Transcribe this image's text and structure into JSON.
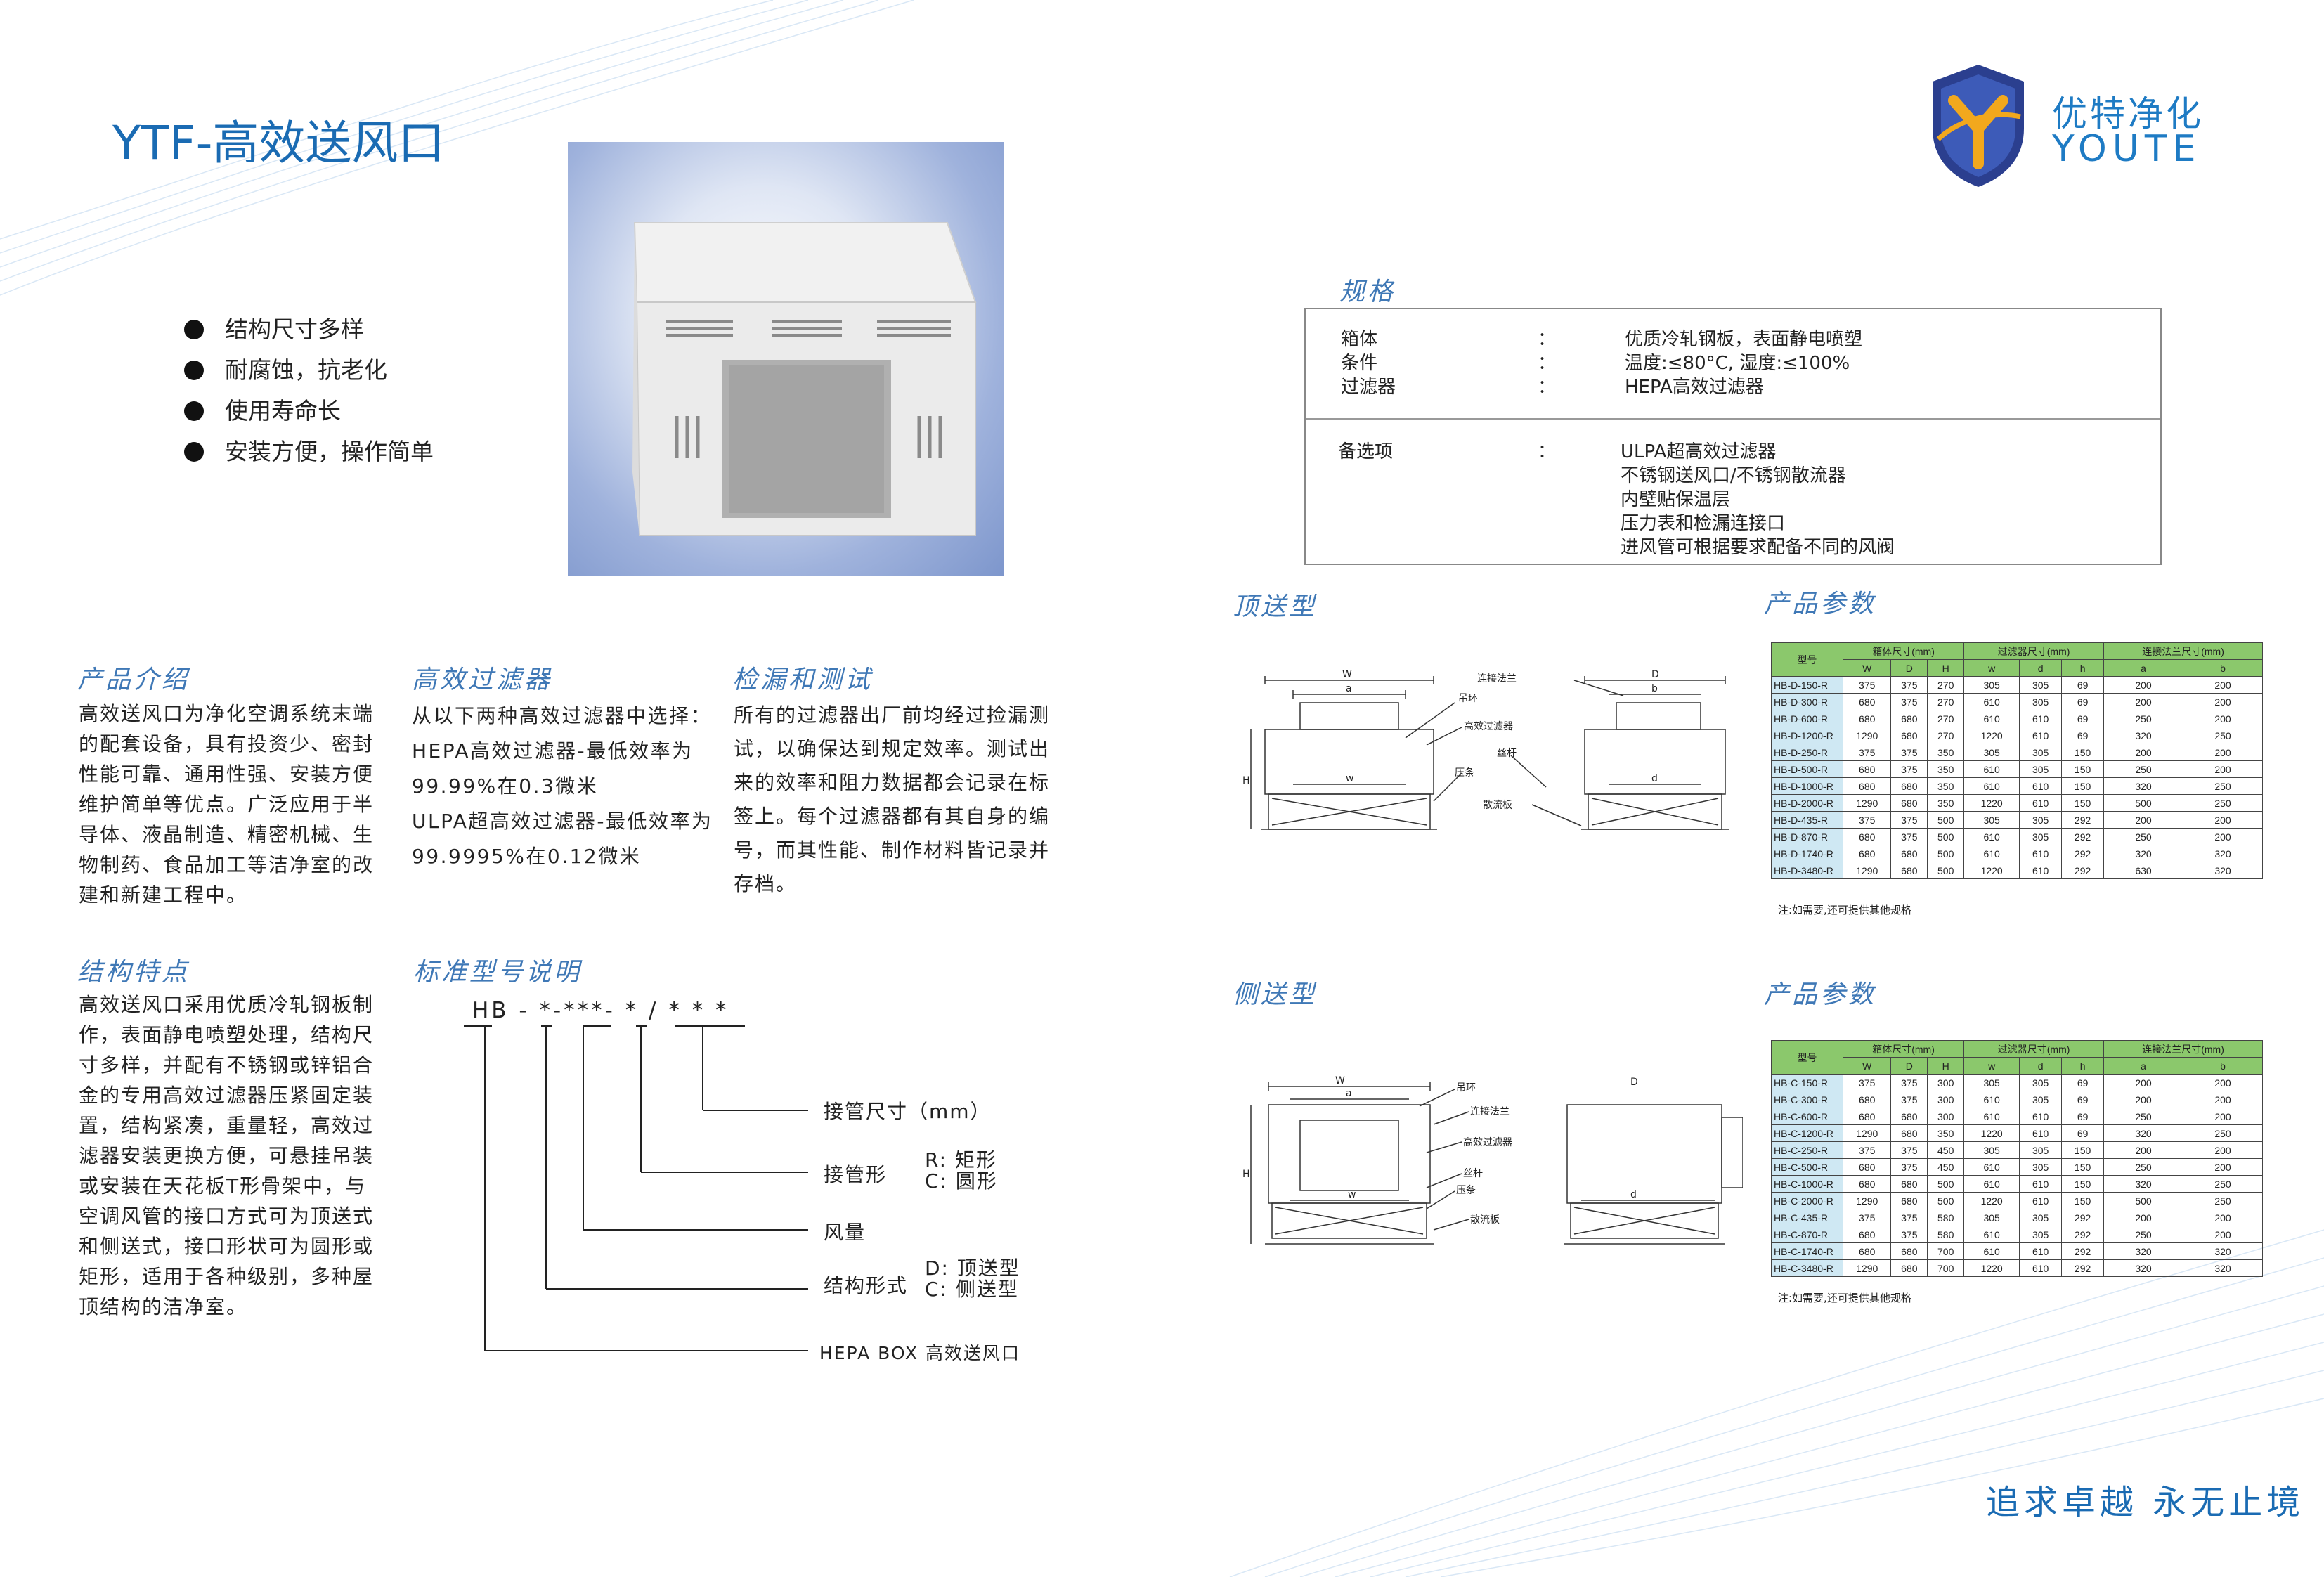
{
  "title": "YTF-高效送风口",
  "brand": {
    "cn": "优特净化",
    "en": "YOUTE",
    "colors": {
      "primary": "#1a6bb3",
      "shield": "#2b3f8f",
      "accent": "#f2a81d"
    }
  },
  "features": [
    "结构尺寸多样",
    "耐腐蚀，抗老化",
    "使用寿命长",
    "安装方便，操作简单"
  ],
  "intro": {
    "heading": "产品介绍",
    "lines": [
      "高效送风口为净化空调系统末端",
      "的配套设备，具有投资少、密封",
      "性能可靠、通用性强、安装方便",
      "维护简单等优点。广泛应用于半",
      "导体、液晶制造、精密机械、生",
      "物制药、食品加工等洁净室的改",
      "建和新建工程中。"
    ]
  },
  "filter": {
    "heading": "高效过滤器",
    "lines": [
      "从以下两种高效过滤器中选择：",
      "HEPA高效过滤器-最低效率为",
      "99.99%在0.3微米",
      "ULPA超高效过滤器-最低效率为",
      "99.9995%在0.12微米"
    ]
  },
  "test": {
    "heading": "检漏和测试",
    "lines": [
      "所有的过滤器出厂前均经过捡漏测",
      "试，以确保达到规定效率。测试出",
      "来的效率和阻力数据都会记录在标",
      "签上。每个过滤器都有其自身的编",
      "号，而其性能、制作材料皆记录并",
      "存档。"
    ]
  },
  "structure": {
    "heading": "结构特点",
    "lines": [
      "高效送风口采用优质冷轧钢板制",
      "作，表面静电喷塑处理，结构尺",
      "寸多样，并配有不锈钢或锌铝合",
      "金的专用高效过滤器压紧固定装",
      "置，结构紧凑，重量轻，高效过",
      "滤器安装更换方便，可悬挂吊装",
      "或安装在天花板T形骨架中，与",
      "空调风管的接口方式可为顶送式",
      "和侧送式，接口形状可为圆形或",
      "矩形，适用于各种级别，多种屋",
      "顶结构的洁净室。"
    ]
  },
  "model_code": {
    "heading": "标准型号说明",
    "code": "HB - *-***- * / * * *",
    "items": [
      {
        "label": "接管尺寸（mm）",
        "opt1": "",
        "opt2": ""
      },
      {
        "label": "接管形",
        "opt1": "R: 矩形",
        "opt2": "C: 圆形"
      },
      {
        "label": "风量",
        "opt1": "",
        "opt2": ""
      },
      {
        "label": "结构形式",
        "opt1": "D: 顶送型",
        "opt2": "C: 侧送型"
      },
      {
        "label": "HEPA BOX 高效送风口",
        "opt1": "",
        "opt2": ""
      }
    ]
  },
  "spec": {
    "heading": "规格",
    "sep": "：",
    "rows": [
      {
        "k": "箱体",
        "v": "优质冷轧钢板，表面静电喷塑"
      },
      {
        "k": "条件",
        "v": "温度:≤80°C, 湿度:≤100%"
      },
      {
        "k": "过滤器",
        "v": "HEPA高效过滤器"
      }
    ],
    "options_key": "备选项",
    "options": [
      "ULPA超高效过滤器",
      "不锈钢送风口/不锈钢散流器",
      "内壁贴保温层",
      "压力表和检漏连接口",
      "进风管可根据要求配备不同的风阀"
    ]
  },
  "top_type": {
    "heading": "顶送型",
    "labels": [
      "连接法兰",
      "吊环",
      "高效过滤器",
      "丝杆",
      "压条",
      "散流板"
    ],
    "dims": [
      "W",
      "a",
      "H",
      "w",
      "D",
      "b",
      "d"
    ]
  },
  "side_type": {
    "heading": "侧送型",
    "labels": [
      "吊环",
      "连接法兰",
      "高效过滤器",
      "丝杆",
      "压条",
      "散流板"
    ],
    "dims": [
      "W",
      "a",
      "H",
      "w",
      "D",
      "d"
    ]
  },
  "params_heading": "产品参数",
  "table_header": {
    "model": "型号",
    "box": "箱体尺寸(mm)",
    "filter": "过滤器尺寸(mm)",
    "flange": "连接法兰尺寸(mm)",
    "sub": [
      "W",
      "D",
      "H",
      "w",
      "d",
      "h",
      "a",
      "b"
    ]
  },
  "table_d": [
    [
      "HB-D-150-R",
      "375",
      "375",
      "270",
      "305",
      "305",
      "69",
      "200",
      "200"
    ],
    [
      "HB-D-300-R",
      "680",
      "375",
      "270",
      "610",
      "305",
      "69",
      "200",
      "200"
    ],
    [
      "HB-D-600-R",
      "680",
      "680",
      "270",
      "610",
      "610",
      "69",
      "250",
      "200"
    ],
    [
      "HB-D-1200-R",
      "1290",
      "680",
      "270",
      "1220",
      "610",
      "69",
      "320",
      "250"
    ],
    [
      "HB-D-250-R",
      "375",
      "375",
      "350",
      "305",
      "305",
      "150",
      "200",
      "200"
    ],
    [
      "HB-D-500-R",
      "680",
      "375",
      "350",
      "610",
      "305",
      "150",
      "250",
      "200"
    ],
    [
      "HB-D-1000-R",
      "680",
      "680",
      "350",
      "610",
      "610",
      "150",
      "320",
      "250"
    ],
    [
      "HB-D-2000-R",
      "1290",
      "680",
      "350",
      "1220",
      "610",
      "150",
      "500",
      "250"
    ],
    [
      "HB-D-435-R",
      "375",
      "375",
      "500",
      "305",
      "305",
      "292",
      "200",
      "200"
    ],
    [
      "HB-D-870-R",
      "680",
      "375",
      "500",
      "610",
      "305",
      "292",
      "250",
      "200"
    ],
    [
      "HB-D-1740-R",
      "680",
      "680",
      "500",
      "610",
      "610",
      "292",
      "320",
      "320"
    ],
    [
      "HB-D-3480-R",
      "1290",
      "680",
      "500",
      "1220",
      "610",
      "292",
      "630",
      "320"
    ]
  ],
  "table_c": [
    [
      "HB-C-150-R",
      "375",
      "375",
      "300",
      "305",
      "305",
      "69",
      "200",
      "200"
    ],
    [
      "HB-C-300-R",
      "680",
      "375",
      "300",
      "610",
      "305",
      "69",
      "200",
      "200"
    ],
    [
      "HB-C-600-R",
      "680",
      "680",
      "300",
      "610",
      "610",
      "69",
      "250",
      "200"
    ],
    [
      "HB-C-1200-R",
      "1290",
      "680",
      "350",
      "1220",
      "610",
      "69",
      "320",
      "250"
    ],
    [
      "HB-C-250-R",
      "375",
      "375",
      "450",
      "305",
      "305",
      "150",
      "200",
      "200"
    ],
    [
      "HB-C-500-R",
      "680",
      "375",
      "450",
      "610",
      "305",
      "150",
      "250",
      "200"
    ],
    [
      "HB-C-1000-R",
      "680",
      "680",
      "500",
      "610",
      "610",
      "150",
      "320",
      "250"
    ],
    [
      "HB-C-2000-R",
      "1290",
      "680",
      "500",
      "1220",
      "610",
      "150",
      "500",
      "250"
    ],
    [
      "HB-C-435-R",
      "375",
      "375",
      "580",
      "305",
      "305",
      "292",
      "200",
      "200"
    ],
    [
      "HB-C-870-R",
      "680",
      "375",
      "580",
      "610",
      "305",
      "292",
      "250",
      "200"
    ],
    [
      "HB-C-1740-R",
      "680",
      "680",
      "700",
      "610",
      "610",
      "292",
      "320",
      "320"
    ],
    [
      "HB-C-3480-R",
      "1290",
      "680",
      "700",
      "1220",
      "610",
      "292",
      "320",
      "320"
    ]
  ],
  "table_note": "注:如需要,还可提供其他规格",
  "slogan": "追求卓越  永无止境"
}
